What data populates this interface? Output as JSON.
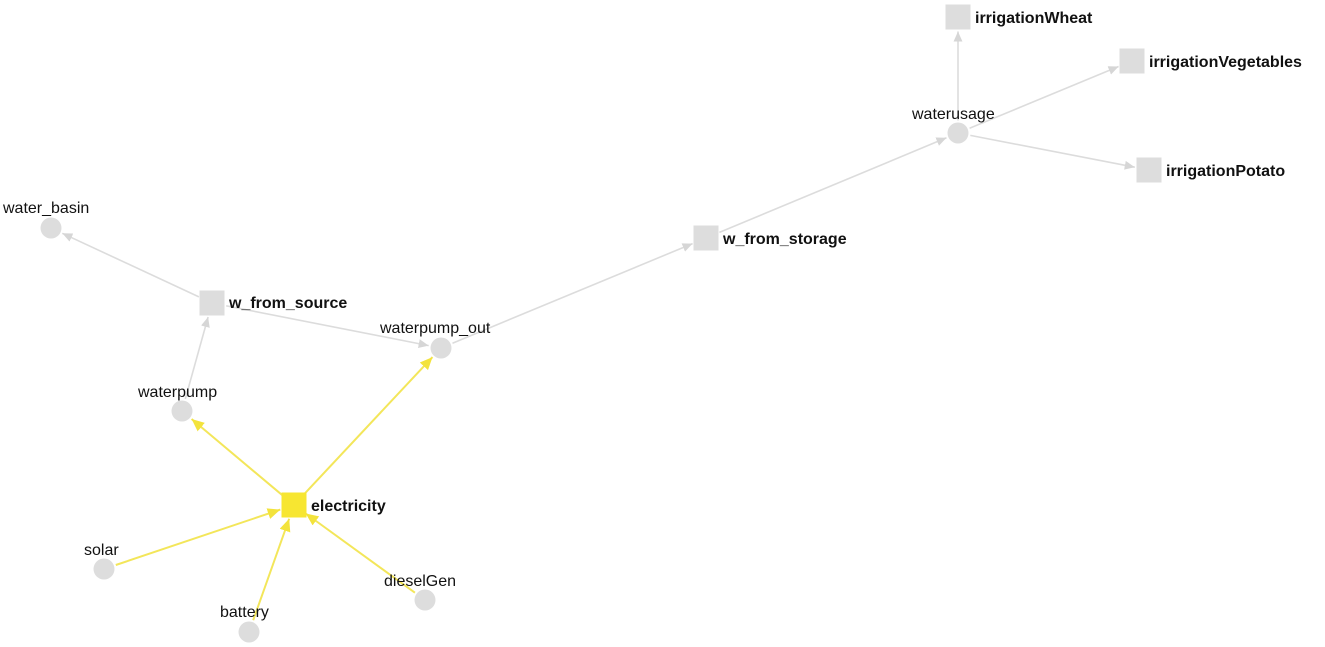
{
  "colors": {
    "node": "#dddddd",
    "edge": "#dcdcdc",
    "highlight": "#f7e631",
    "highlight_edge": "#f3e65a"
  },
  "nodes": [
    {
      "id": "water_basin",
      "label": "water_basin",
      "shape": "circle"
    },
    {
      "id": "w_from_source",
      "label": "w_from_source",
      "shape": "square"
    },
    {
      "id": "waterpump",
      "label": "waterpump",
      "shape": "circle"
    },
    {
      "id": "waterpump_out",
      "label": "waterpump_out",
      "shape": "circle"
    },
    {
      "id": "w_from_storage",
      "label": "w_from_storage",
      "shape": "square"
    },
    {
      "id": "waterusage",
      "label": "waterusage",
      "shape": "circle"
    },
    {
      "id": "irrigationWheat",
      "label": "irrigationWheat",
      "shape": "square"
    },
    {
      "id": "irrigationVegetables",
      "label": "irrigationVegetables",
      "shape": "square"
    },
    {
      "id": "irrigationPotato",
      "label": "irrigationPotato",
      "shape": "square"
    },
    {
      "id": "electricity",
      "label": "electricity",
      "shape": "square",
      "highlight": true
    },
    {
      "id": "solar",
      "label": "solar",
      "shape": "circle"
    },
    {
      "id": "battery",
      "label": "battery",
      "shape": "circle"
    },
    {
      "id": "dieselGen",
      "label": "dieselGen",
      "shape": "circle"
    }
  ],
  "edges": [
    {
      "from": "w_from_source",
      "to": "water_basin"
    },
    {
      "from": "waterpump",
      "to": "w_from_source"
    },
    {
      "from": "w_from_source",
      "to": "waterpump_out"
    },
    {
      "from": "waterpump_out",
      "to": "w_from_storage"
    },
    {
      "from": "w_from_storage",
      "to": "waterusage"
    },
    {
      "from": "waterusage",
      "to": "irrigationWheat"
    },
    {
      "from": "waterusage",
      "to": "irrigationVegetables"
    },
    {
      "from": "waterusage",
      "to": "irrigationPotato"
    },
    {
      "from": "electricity",
      "to": "waterpump",
      "highlight": true
    },
    {
      "from": "electricity",
      "to": "waterpump_out",
      "highlight": true
    },
    {
      "from": "solar",
      "to": "electricity",
      "highlight": true
    },
    {
      "from": "battery",
      "to": "electricity",
      "highlight": true
    },
    {
      "from": "dieselGen",
      "to": "electricity",
      "highlight": true
    }
  ]
}
